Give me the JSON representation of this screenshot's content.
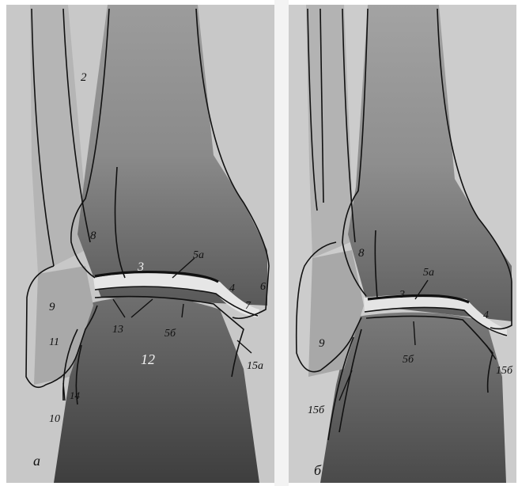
{
  "panels": [
    {
      "id": "a",
      "caption": "а",
      "labels": {
        "l2": "2",
        "l3": "3",
        "l4": "4",
        "l5a": "5а",
        "l5b": "5б",
        "l6": "6",
        "l7": "7",
        "l8": "8",
        "l9": "9",
        "l10": "10",
        "l11": "11",
        "l12": "12",
        "l13": "13",
        "l14": "14",
        "l15a": "15а"
      }
    },
    {
      "id": "b",
      "caption": "б",
      "labels": {
        "l3": "3",
        "l4": "4",
        "l5a": "5а",
        "l5b": "5б",
        "l8": "8",
        "l9": "9",
        "l15b_left": "15б",
        "l15b_right": "15б"
      }
    }
  ],
  "colors": {
    "background": "#cfcfcf",
    "bone_light": "#b9b9b9",
    "bone_dark": "#6a6a6a",
    "outline": "#111111"
  }
}
